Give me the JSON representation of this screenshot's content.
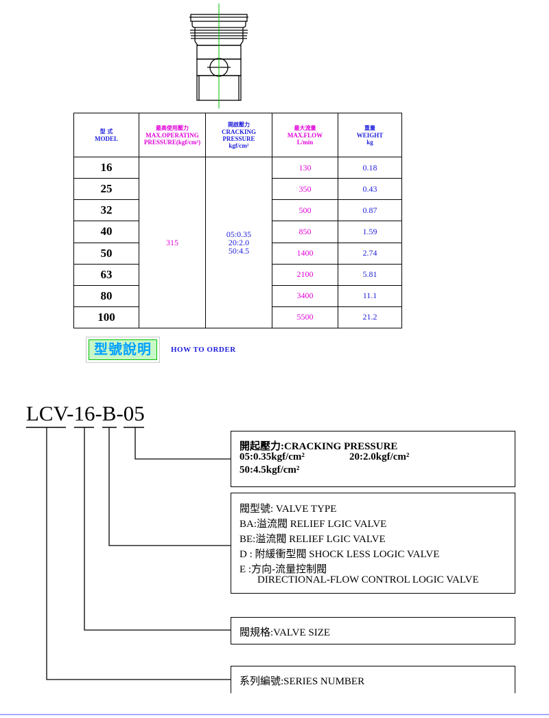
{
  "spec_table": {
    "headers": {
      "model": {
        "cn": "型  式",
        "en": "MODEL"
      },
      "pressure": {
        "cn": "最高使用壓力",
        "en1": "MAX.OPERATING",
        "en2": "PRESSURE(kgf/cm²)"
      },
      "cracking": {
        "cn": "開啟壓力",
        "en1": "CRACKING",
        "en2": "PRESSURE",
        "unit": "kgf/cm²"
      },
      "flow": {
        "cn": "最大流量",
        "en1": "MAX.FLOW",
        "unit": "L/min"
      },
      "weight": {
        "cn": "重量",
        "en1": "WEIGHT",
        "unit": "kg"
      }
    },
    "max_pressure": "315",
    "cracking_values": [
      "05:0.35",
      "20:2.0",
      "50:4.5"
    ],
    "rows": [
      {
        "model": "16",
        "flow": "130",
        "weight": "0.18"
      },
      {
        "model": "25",
        "flow": "350",
        "weight": "0.43"
      },
      {
        "model": "32",
        "flow": "500",
        "weight": "0.87"
      },
      {
        "model": "40",
        "flow": "850",
        "weight": "1.59"
      },
      {
        "model": "50",
        "flow": "1400",
        "weight": "2.74"
      },
      {
        "model": "63",
        "flow": "2100",
        "weight": "5.81"
      },
      {
        "model": "80",
        "flow": "3400",
        "weight": "11.1"
      },
      {
        "model": "100",
        "flow": "5500",
        "weight": "21.2"
      }
    ]
  },
  "how_to_order": {
    "title_cn": "型號說明",
    "title_en": "HOW TO ORDER"
  },
  "model_code": "LCV-16-B-05",
  "boxes": {
    "cracking": {
      "title": "開起壓力:CRACKING PRESSURE",
      "line1": "05:0.35kgf/cm²",
      "line1b": "20:2.0kgf/cm²",
      "line2": "50:4.5kgf/cm²"
    },
    "valve_type": {
      "title": "閥型號: VALVE  TYPE",
      "ba": "BA:溢流閥 RELIEF LGIC VALVE",
      "be": "BE:溢流閥 RELIEF LGIC VALVE",
      "d": "D  : 附緩衝型閥 SHOCK LESS LOGIC VALVE",
      "e": "E   :方向-流量控制閥",
      "e2": "DIRECTIONAL-FLOW CONTROL LOGIC VALVE"
    },
    "valve_size": {
      "title": "閥規格:VALVE SIZE"
    },
    "series": {
      "title": "系列編號:SERIES NUMBER"
    }
  },
  "colors": {
    "magenta": "#e000d8",
    "blue": "#1d1ddb",
    "green_axis": "#00c000",
    "cyan_line": "#00c8e0",
    "footer_line": "#8a8aff"
  }
}
